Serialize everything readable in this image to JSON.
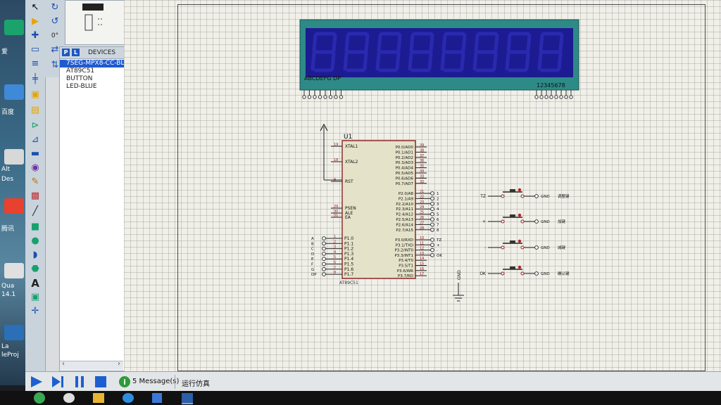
{
  "desktop": {
    "labels": [
      "爱",
      "百度",
      "Alt",
      "Des",
      "腾讯",
      "Qua",
      "14.1",
      "La",
      "leProj"
    ]
  },
  "preview": {
    "rotation": "0°"
  },
  "devices_panel": {
    "title": "DEVICES",
    "tab_p": "P",
    "tab_l": "L",
    "items": [
      "7SEG-MPX8-CC-BL",
      "AT89C51",
      "BUTTON",
      "LED-BLUE"
    ]
  },
  "schematic": {
    "display_segment_label": "ABCDEFG DP",
    "display_digit_label": "12345678",
    "chip_ref": "U1",
    "chip_part": "AT89C51",
    "left_pins": [
      {
        "num": "19",
        "name": "XTAL1"
      },
      {
        "num": "18",
        "name": "XTAL2"
      },
      {
        "num": "9",
        "name": "RST"
      },
      {
        "num": "29",
        "name": "PSEN"
      },
      {
        "num": "30",
        "name": "ALE"
      },
      {
        "num": "31",
        "name": "EA"
      }
    ],
    "p1_pins": [
      {
        "num": "1",
        "name": "P1.0",
        "net": "A"
      },
      {
        "num": "2",
        "name": "P1.1",
        "net": "B"
      },
      {
        "num": "3",
        "name": "P1.2",
        "net": "C"
      },
      {
        "num": "4",
        "name": "P1.3",
        "net": "D"
      },
      {
        "num": "5",
        "name": "P1.4",
        "net": "E"
      },
      {
        "num": "6",
        "name": "P1.5",
        "net": "F"
      },
      {
        "num": "7",
        "name": "P1.6",
        "net": "G"
      },
      {
        "num": "8",
        "name": "P1.7",
        "net": "DP"
      }
    ],
    "p0_pins": [
      {
        "num": "39",
        "name": "P0.0/AD0"
      },
      {
        "num": "38",
        "name": "P0.1/AD1"
      },
      {
        "num": "37",
        "name": "P0.2/AD2"
      },
      {
        "num": "36",
        "name": "P0.3/AD3"
      },
      {
        "num": "35",
        "name": "P0.4/AD4"
      },
      {
        "num": "34",
        "name": "P0.5/AD5"
      },
      {
        "num": "33",
        "name": "P0.6/AD6"
      },
      {
        "num": "32",
        "name": "P0.7/AD7"
      }
    ],
    "p2_pins": [
      {
        "num": "21",
        "name": "P2.0/A8",
        "net": "1"
      },
      {
        "num": "22",
        "name": "P2.1/A9",
        "net": "2"
      },
      {
        "num": "23",
        "name": "P2.2/A10",
        "net": "3"
      },
      {
        "num": "24",
        "name": "P2.3/A11",
        "net": "4"
      },
      {
        "num": "25",
        "name": "P2.4/A12",
        "net": "5"
      },
      {
        "num": "26",
        "name": "P2.5/A13",
        "net": "6"
      },
      {
        "num": "27",
        "name": "P2.6/A14",
        "net": "7"
      },
      {
        "num": "28",
        "name": "P2.7/A15",
        "net": "8"
      }
    ],
    "p3_pins": [
      {
        "num": "10",
        "name": "P3.0/RXD",
        "net": "TZ"
      },
      {
        "num": "11",
        "name": "P3.1/TXD",
        "net": "+"
      },
      {
        "num": "12",
        "name": "P3.2/INT0",
        "net": "-"
      },
      {
        "num": "13",
        "name": "P3.3/INT1",
        "net": "OK"
      },
      {
        "num": "14",
        "name": "P3.4/T0",
        "net": ""
      },
      {
        "num": "15",
        "name": "P3.5/T1",
        "net": ""
      },
      {
        "num": "16",
        "name": "P3.6/WR",
        "net": ""
      },
      {
        "num": "17",
        "name": "P3.7/RD",
        "net": ""
      }
    ],
    "buttons": [
      {
        "net": "TZ",
        "gnd": "GND",
        "label": "调整键"
      },
      {
        "net": "+",
        "gnd": "GND",
        "label": "加键"
      },
      {
        "net": "-",
        "gnd": "GND",
        "label": "减键"
      },
      {
        "net": "OK",
        "gnd": "GND",
        "label": "确认键"
      }
    ],
    "ground_label": "GND"
  },
  "status": {
    "messages": "5 Message(s)",
    "sim_status": "运行仿真"
  }
}
